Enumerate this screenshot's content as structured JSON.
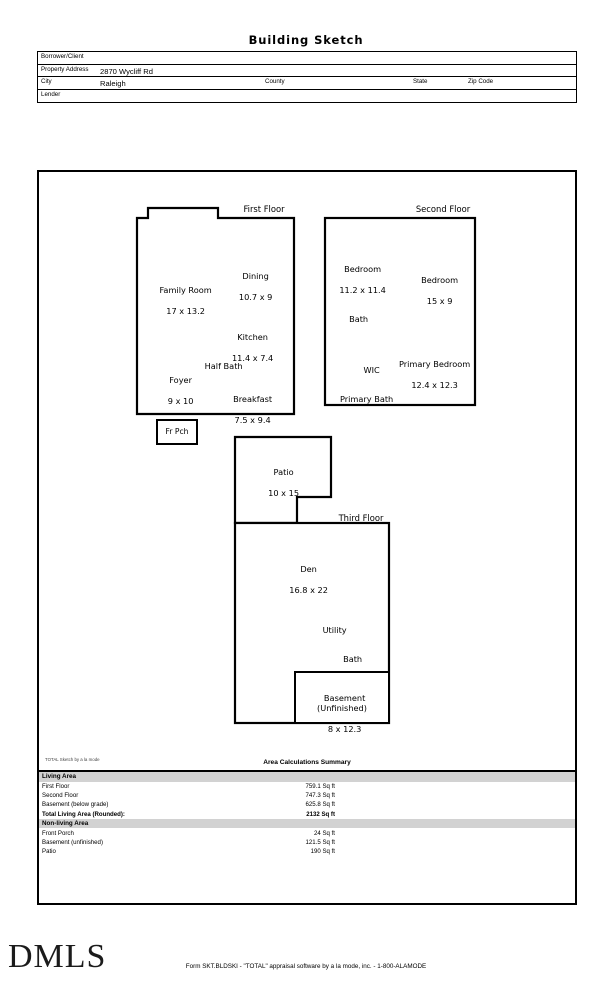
{
  "document": {
    "title": "Building Sketch",
    "form_footer": "Form SKT.BLDSKI - \"TOTAL\" appraisal software by a la mode, inc. - 1-800-ALAMODE",
    "watermark": "DMLS"
  },
  "header": {
    "rows": [
      {
        "label": "Borrower/Client",
        "value": ""
      },
      {
        "label": "Property Address",
        "value": "2870 Wycliff Rd"
      },
      {
        "label": "City",
        "value": "Raleigh"
      },
      {
        "label": "Lender",
        "value": ""
      }
    ],
    "inline_labels": {
      "county": "County",
      "state": "State",
      "zip_code": "Zip Code"
    }
  },
  "sketch": {
    "first_floor": {
      "caption": "First Floor",
      "rooms": [
        {
          "name": "Family Room",
          "dimensions": "17 x 13.2"
        },
        {
          "name": "Dining",
          "dimensions": "10.7 x 9"
        },
        {
          "name": "Kitchen",
          "dimensions": "11.4 x 7.4"
        },
        {
          "name": "Half Bath",
          "dimensions": ""
        },
        {
          "name": "Foyer",
          "dimensions": "9 x 10"
        },
        {
          "name": "Breakfast",
          "dimensions": "7.5 x 9.4"
        }
      ],
      "front_porch": "Fr Pch"
    },
    "second_floor": {
      "caption": "Second Floor",
      "rooms": [
        {
          "name": "Bedroom",
          "dimensions": "11.2 x 11.4"
        },
        {
          "name": "Bedroom",
          "dimensions": "15 x 9"
        },
        {
          "name": "Bath",
          "dimensions": ""
        },
        {
          "name": "WIC",
          "dimensions": ""
        },
        {
          "name": "Primary Bedroom",
          "dimensions": "12.4 x 12.3"
        },
        {
          "name": "Primary Bath",
          "dimensions": ""
        }
      ]
    },
    "patio": {
      "name": "Patio",
      "dimensions": "10 x 15"
    },
    "third_floor": {
      "caption": "Third Floor",
      "rooms": [
        {
          "name": "Den",
          "dimensions": "16.8 x 22"
        },
        {
          "name": "Utility",
          "dimensions": ""
        },
        {
          "name": "Bath",
          "dimensions": ""
        },
        {
          "name": "Basement (Unfinished)",
          "dimensions": "8 x 12.3"
        }
      ]
    }
  },
  "area_calculations": {
    "credit": "TOTAL Sketch by a la mode",
    "title": "Area Calculations Summary",
    "sections": [
      {
        "heading": "Living Area",
        "lines": [
          {
            "name": "First Floor",
            "value": "759.1 Sq ft",
            "total": false
          },
          {
            "name": "Second Floor",
            "value": "747.3 Sq ft",
            "total": false
          },
          {
            "name": "Basement (below grade)",
            "value": "625.8 Sq ft",
            "total": false
          },
          {
            "name": "Total Living Area (Rounded):",
            "value": "2132 Sq ft",
            "total": true
          }
        ]
      },
      {
        "heading": "Non-living Area",
        "lines": [
          {
            "name": "Front Porch",
            "value": "24 Sq ft",
            "total": false
          },
          {
            "name": "Basement (unfinished)",
            "value": "121.5 Sq ft",
            "total": false
          },
          {
            "name": "Patio",
            "value": "190 Sq ft",
            "total": false
          }
        ]
      }
    ]
  }
}
